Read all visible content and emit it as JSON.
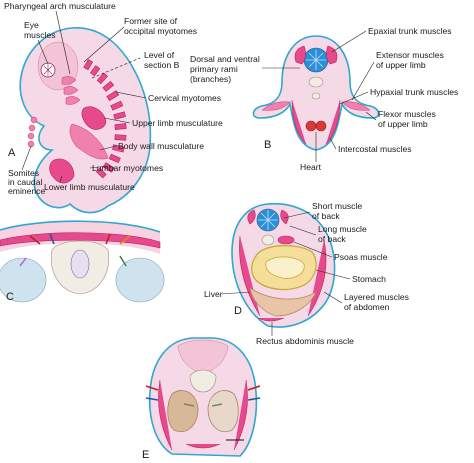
{
  "panels": {
    "a": "A",
    "b": "B",
    "c": "C",
    "d": "D",
    "e": "E"
  },
  "labels_a": {
    "pharyngeal": "Pharyngeal arch musculature",
    "eye_1": "Eye",
    "eye_2": "muscles",
    "former_1": "Former site of",
    "former_2": "occipital myotomes",
    "level_1": "Level of",
    "level_2": "section B",
    "cervical": "Cervical myotomes",
    "upper_limb": "Upper limb musculature",
    "body_wall": "Body wall musculature",
    "lumbar": "Lumbar myotomes",
    "lower_limb": "Lower limb musculature",
    "somites_1": "Somites",
    "somites_2": "in caudal",
    "somites_3": "eminence"
  },
  "labels_b": {
    "dorsal_1": "Dorsal and ventral",
    "dorsal_2": "primary rami",
    "dorsal_3": "(branches)",
    "epaxial": "Epaxial trunk muscles",
    "extensor_1": "Extensor muscles",
    "extensor_2": "of upper limb",
    "hypaxial": "Hypaxial trunk muscles",
    "flexor_1": "Flexor muscles",
    "flexor_2": "of upper limb",
    "intercostal": "Intercostal muscles",
    "heart": "Heart"
  },
  "labels_d": {
    "short_1": "Short muscle",
    "short_2": "of back",
    "long_1": "Long muscle",
    "long_2": "of back",
    "psoas": "Psoas muscle",
    "stomach": "Stomach",
    "liver": "Liver",
    "layered_1": "Layered muscles",
    "layered_2": "of abdomen",
    "rectus": "Rectus abdominis muscle"
  },
  "colors": {
    "muscle": "#e64a8c",
    "skin_outline": "#2fa7cf",
    "spinal_cord": "#2c8fd6",
    "stomach": "#f5de9a",
    "liver": "#e9c5a8"
  }
}
